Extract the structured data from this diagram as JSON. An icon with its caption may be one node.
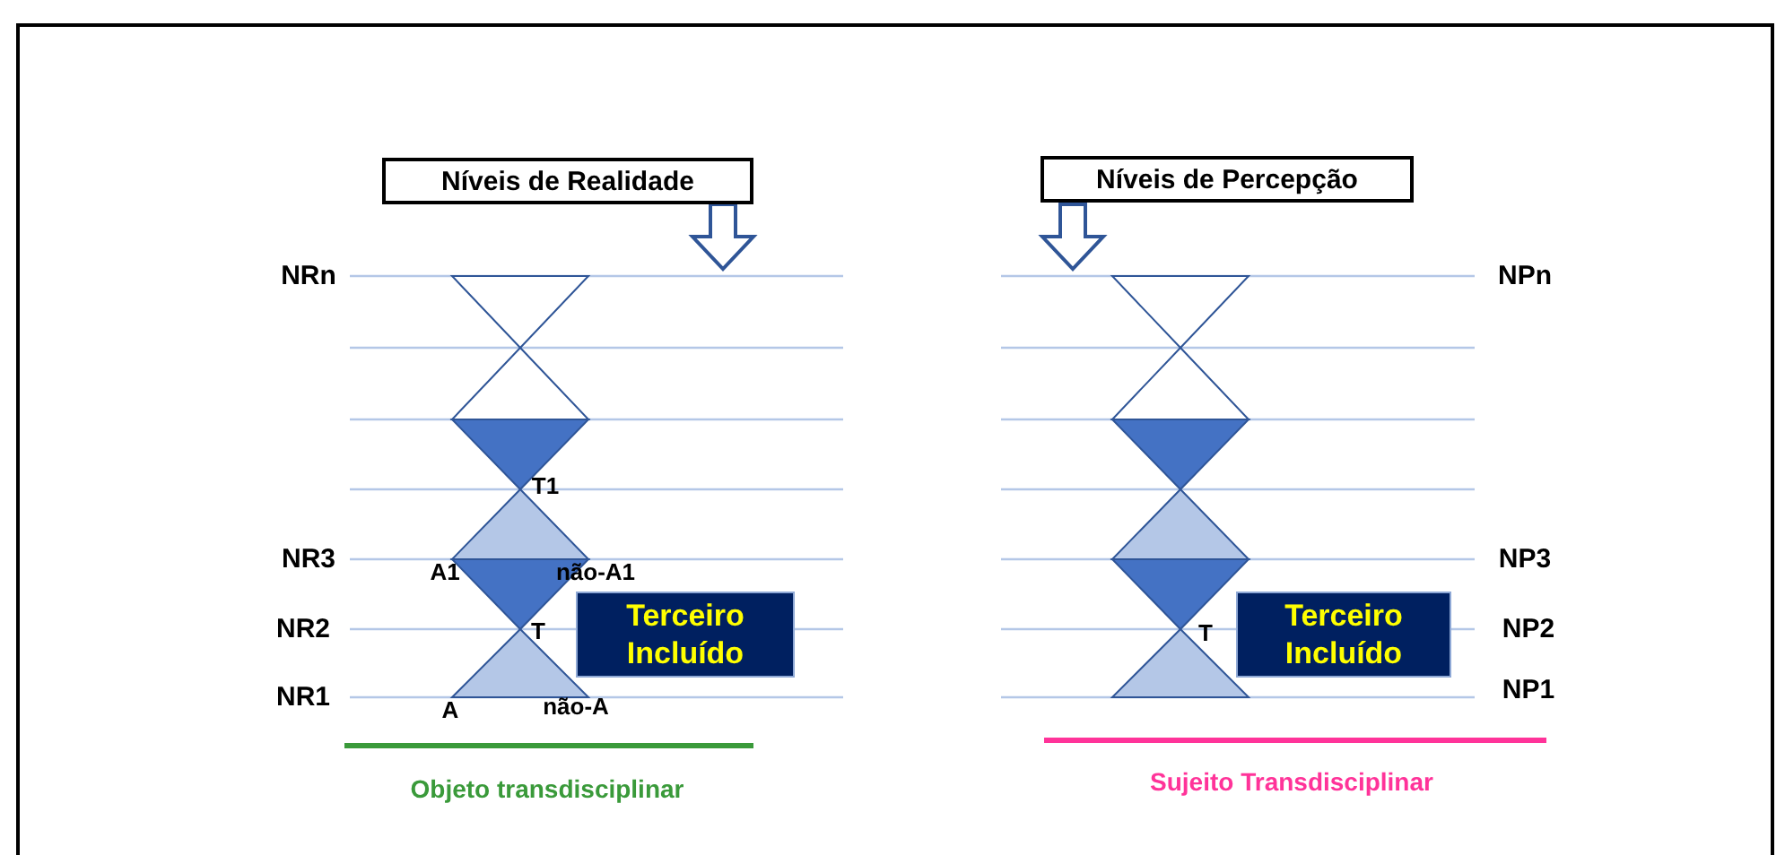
{
  "diagram": {
    "nodes": [
      {
        "text": [
          "Níveis de Realidade"
        ]
      },
      {
        "text": [
          "Níveis de Percepção"
        ]
      },
      {
        "text": [
          "Terceiro Incluído"
        ]
      },
      {
        "text": [
          "Terceiro Incluído"
        ]
      }
    ],
    "labels": [
      "NRn",
      "T1",
      "NR3",
      "A1",
      "não-A1",
      "NR2",
      "T",
      "NR1",
      "A",
      "não-A",
      "Objeto transdisciplinar",
      "NPn",
      "NP3",
      "T",
      "NP2",
      "NP1",
      "Sujeito Transdisciplinar"
    ]
  }
}
